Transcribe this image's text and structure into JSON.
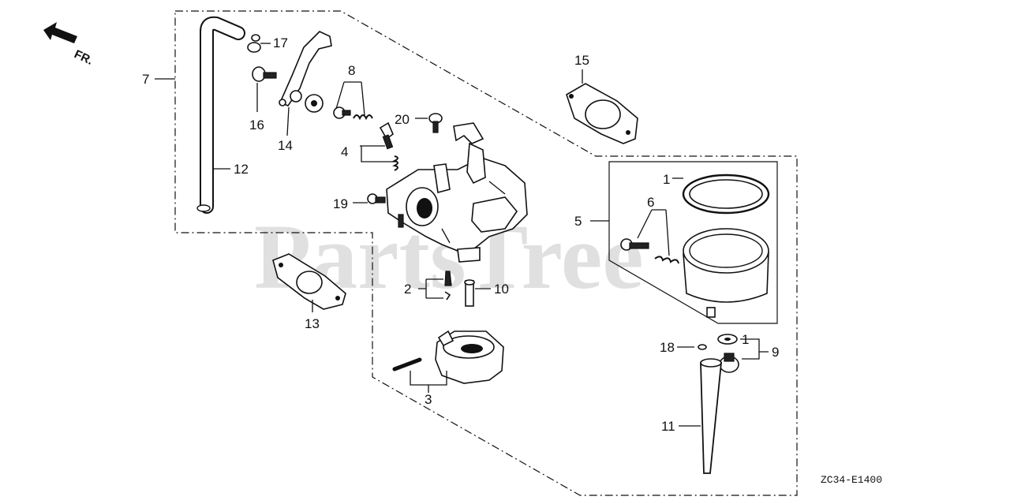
{
  "direction_label": "FR.",
  "watermark": "PartsTree",
  "diagram_code": "ZC34-E1400",
  "callouts": {
    "c1a": "1",
    "c1b": "1",
    "c2": "2",
    "c3": "3",
    "c4": "4",
    "c5": "5",
    "c6": "6",
    "c7": "7",
    "c8": "8",
    "c9": "9",
    "c10": "10",
    "c11": "11",
    "c12": "12",
    "c13": "13",
    "c14": "14",
    "c15": "15",
    "c16": "16",
    "c17": "17",
    "c18": "18",
    "c19": "19",
    "c20": "20"
  }
}
